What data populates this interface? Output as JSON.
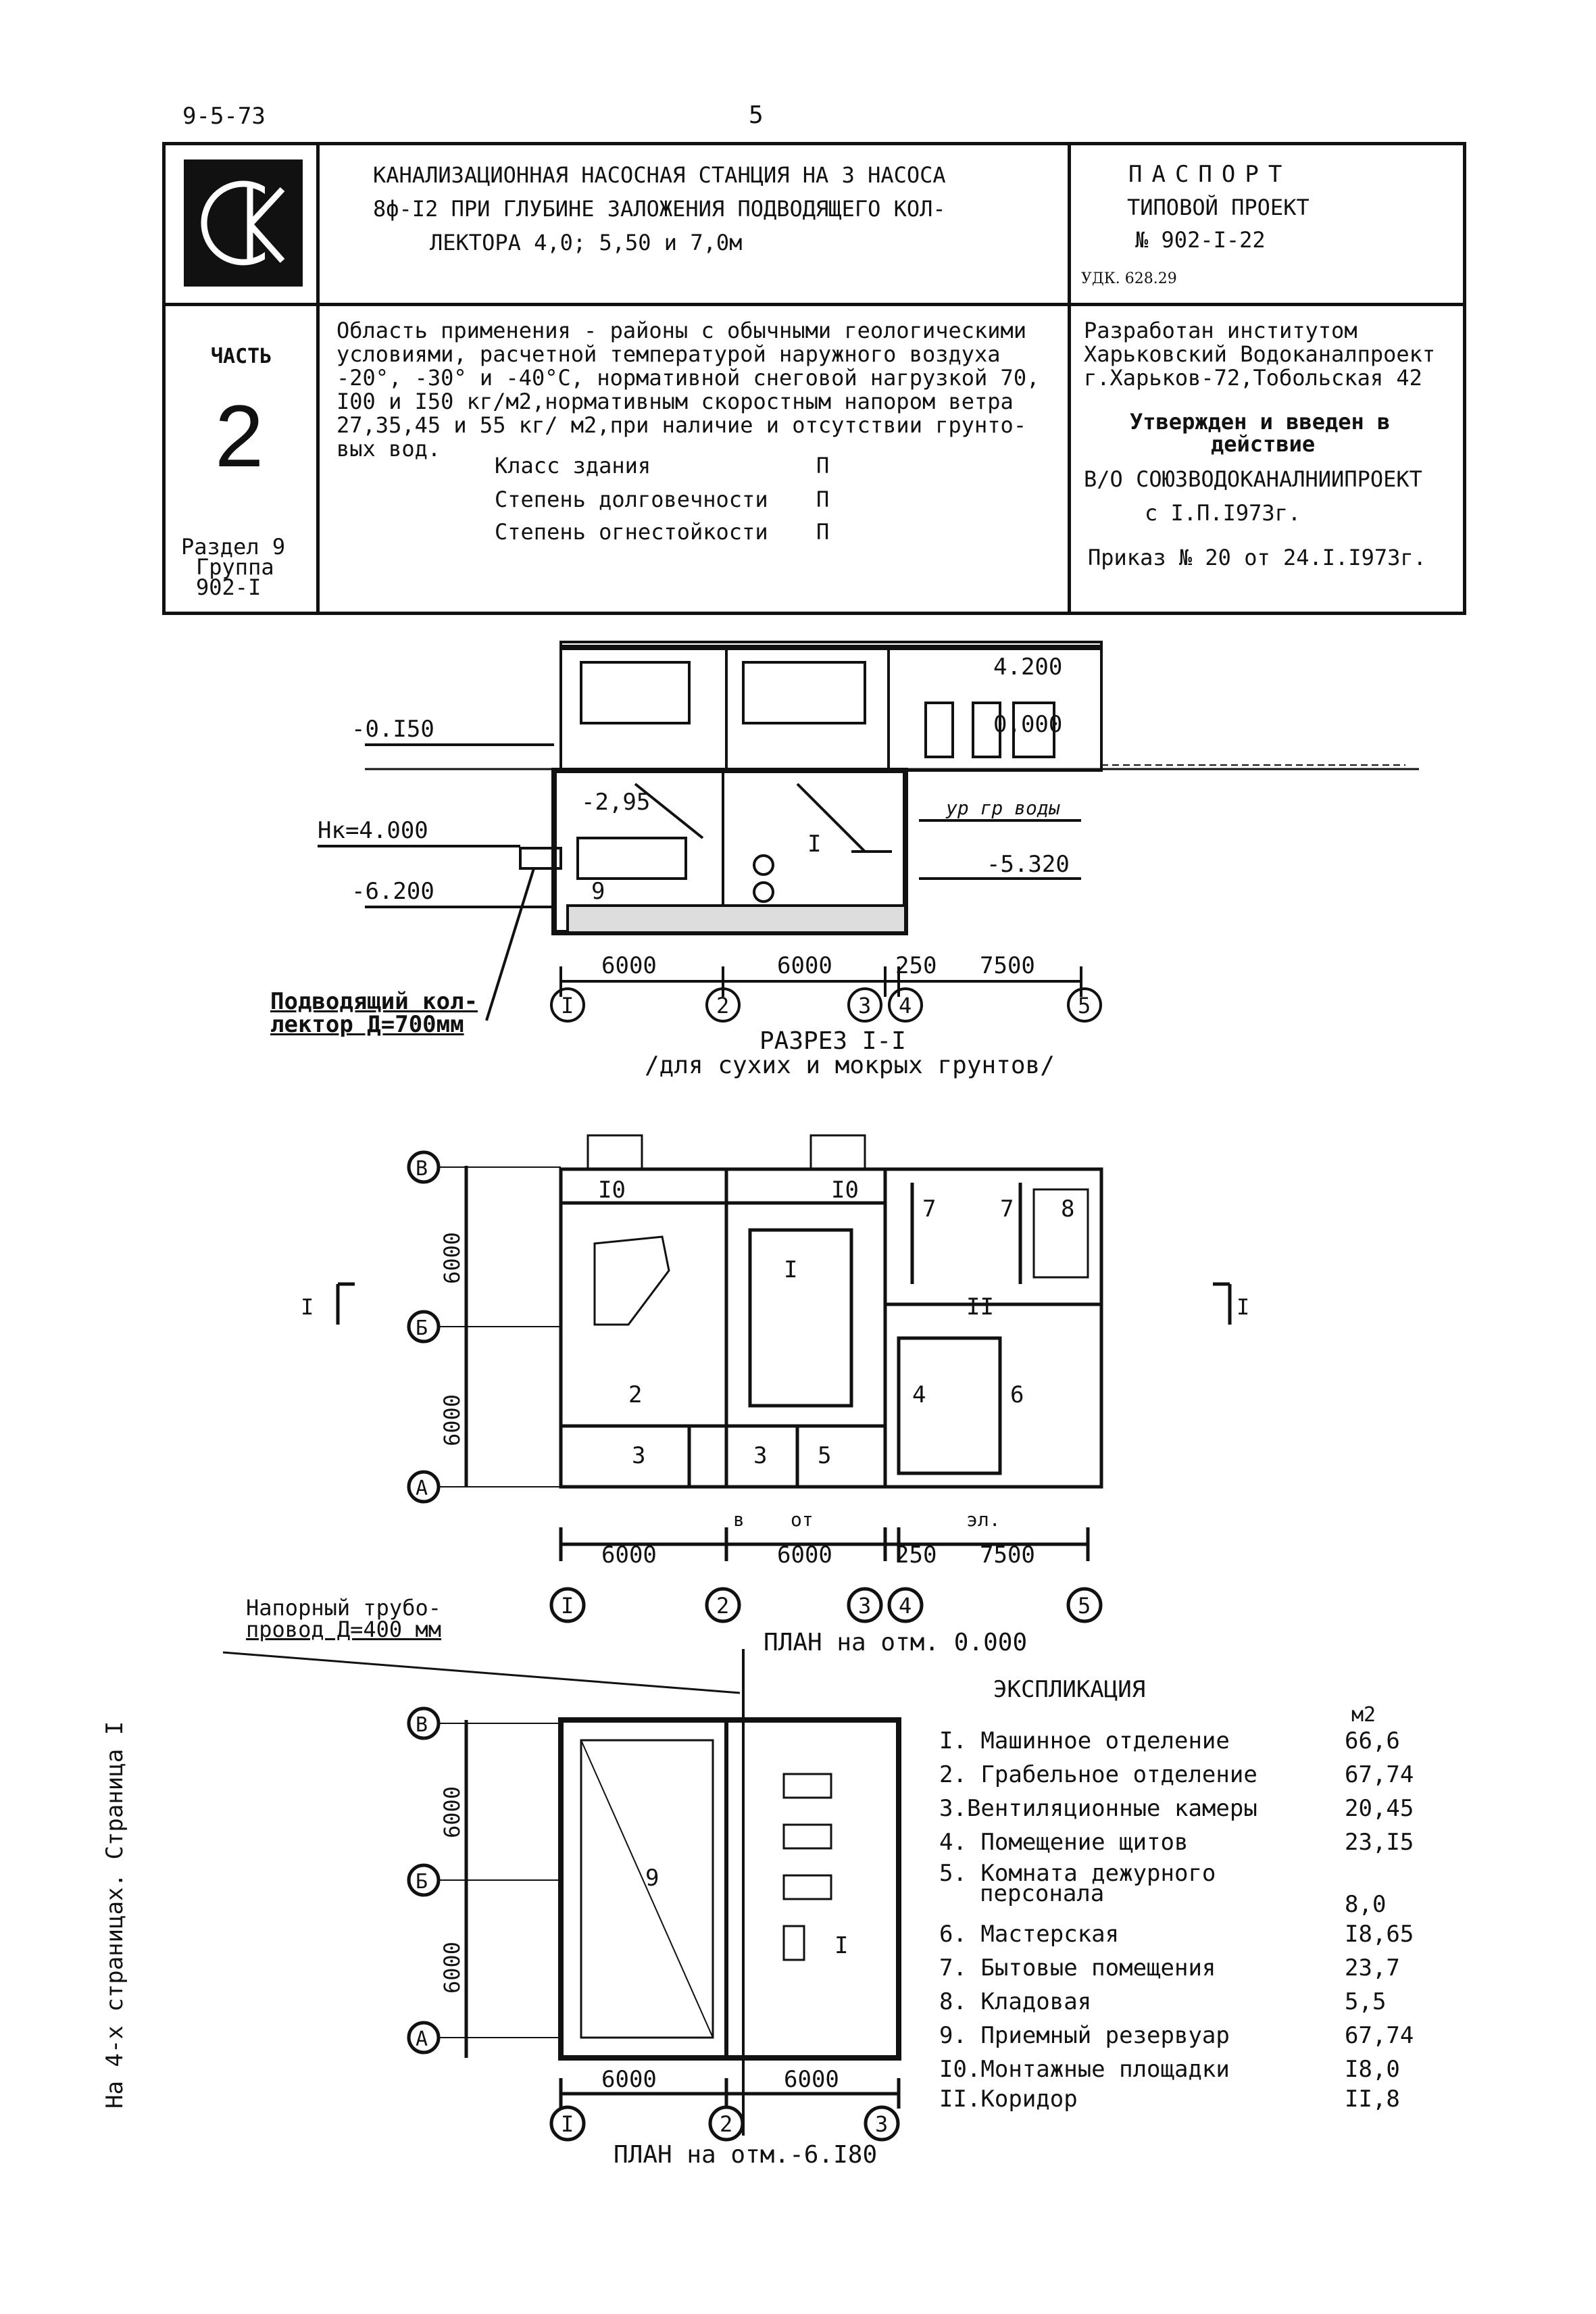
{
  "page": {
    "series_code": "9-5-73",
    "page_number": "5",
    "side_note": "На 4-х страницах. Страница I"
  },
  "header": {
    "title_line1": "КАНАЛИЗАЦИОННАЯ НАСОСНАЯ СТАНЦИЯ НА 3 НАСОСА",
    "title_line2": "8ф-I2 ПРИ ГЛУБИНЕ ЗАЛОЖЕНИЯ ПОДВОДЯЩЕГО КОЛ-",
    "title_line3": "ЛЕКТОРА 4,0; 5,50 и 7,0м",
    "passport": "ПАСПОРТ",
    "project_type": "ТИПОВОЙ ПРОЕКТ",
    "project_number": "№ 902-I-22",
    "udk": "УДК. 628.29",
    "part_label": "ЧАСТЬ",
    "part_number": "2",
    "section": "Раздел 9",
    "group": "Группа",
    "group_number": "902-I",
    "application_line1": "Область применения - районы с обычными геологическими",
    "application_line2": "условиями, расчетной температурой наружного воздуха",
    "application_line3": "-20°, -30° и -40°С, нормативной снеговой нагрузкой 70,",
    "application_line4": "I00 и I50 кг/м2,нормативным скоростным напором ветра",
    "application_line5": "27,35,45 и 55 кг/ м2,при наличие и отсутствии грунто-",
    "application_line6": "вых вод.",
    "class_label": "Класс здания",
    "class_value": "П",
    "durability_label": "Степень долговечности",
    "durability_value": "П",
    "fire_label": "Степень огнестойкости",
    "fire_value": "П",
    "developer_line1": "Разработан институтом",
    "developer_line2": "Харьковский Водоканалпроект",
    "developer_line3": "г.Харьков-72,Тобольская 42",
    "approved_line1": "Утвержден и введен в",
    "approved_line2": "действие",
    "approved_org": "В/О СОЮЗВОДОКАНАЛНИИПРОЕКТ",
    "approved_date": "с I.П.I973г.",
    "order": "Приказ № 20 от 24.I.I973г."
  },
  "section_drawing": {
    "title": "РАЗРЕЗ I-I",
    "subtitle": "/для сухих и мокрых грунтов/",
    "levels": [
      "4.200",
      "0.000",
      "-0.I50",
      "-2,95",
      "Нк=4.000",
      "-6.200",
      "-5.320"
    ],
    "groundwater": "ур гр воды",
    "room_labels": [
      "I",
      "9"
    ],
    "dims": [
      "6000",
      "6000",
      "250",
      "7500"
    ],
    "axes": [
      "I",
      "2",
      "3",
      "4",
      "5"
    ],
    "collector": "Подводящий кол-\nлектор Д=700мм"
  },
  "plan_top": {
    "title": "ПЛАН  на отм. 0.000",
    "axes_rows": [
      "В",
      "Б",
      "А"
    ],
    "axes_cols": [
      "I",
      "2",
      "3",
      "4",
      "5"
    ],
    "dims_vertical": [
      "6000",
      "6000"
    ],
    "dims_horizontal": [
      "6000",
      "6000",
      "250",
      "7500"
    ],
    "room_labels": [
      "I0",
      "I0",
      "7",
      "7",
      "8",
      "I",
      "II",
      "2",
      "4",
      "6",
      "3",
      "3",
      "5"
    ],
    "section_marks": [
      "I",
      "I"
    ],
    "entry_labels": [
      "в",
      "от",
      "эл."
    ]
  },
  "plan_bottom": {
    "title": "ПЛАН на отм.-6.I80",
    "pipe_note": "Напорный трубо-\nпровод Д=400 мм",
    "axes_rows": [
      "В",
      "Б",
      "А"
    ],
    "axes_cols": [
      "I",
      "2",
      "3"
    ],
    "dims_vertical": [
      "6000",
      "6000"
    ],
    "dims_horizontal": [
      "6000",
      "6000"
    ],
    "room_labels": [
      "9",
      "I"
    ]
  },
  "explication": {
    "title": "ЭКСПЛИКАЦИЯ",
    "unit": "м2",
    "items": [
      {
        "name": "I. Машинное отделение",
        "value": "66,6"
      },
      {
        "name": "2. Грабельное отделение",
        "value": "67,74"
      },
      {
        "name": "3.Вентиляционные камеры",
        "value": "20,45"
      },
      {
        "name": "4. Помещение щитов",
        "value": "23,I5"
      },
      {
        "name": "5. Комната дежурного",
        "name2": "персонала",
        "value": "8,0"
      },
      {
        "name": "6. Мастерская",
        "value": "I8,65"
      },
      {
        "name": "7. Бытовые помещения",
        "value": "23,7"
      },
      {
        "name": "8. Кладовая",
        "value": "5,5"
      },
      {
        "name": "9. Приемный резервуар",
        "value": "67,74"
      },
      {
        "name": "I0.Монтажные площадки",
        "value": "I8,0"
      },
      {
        "name": "II.Коридор",
        "value": "II,8"
      }
    ]
  }
}
